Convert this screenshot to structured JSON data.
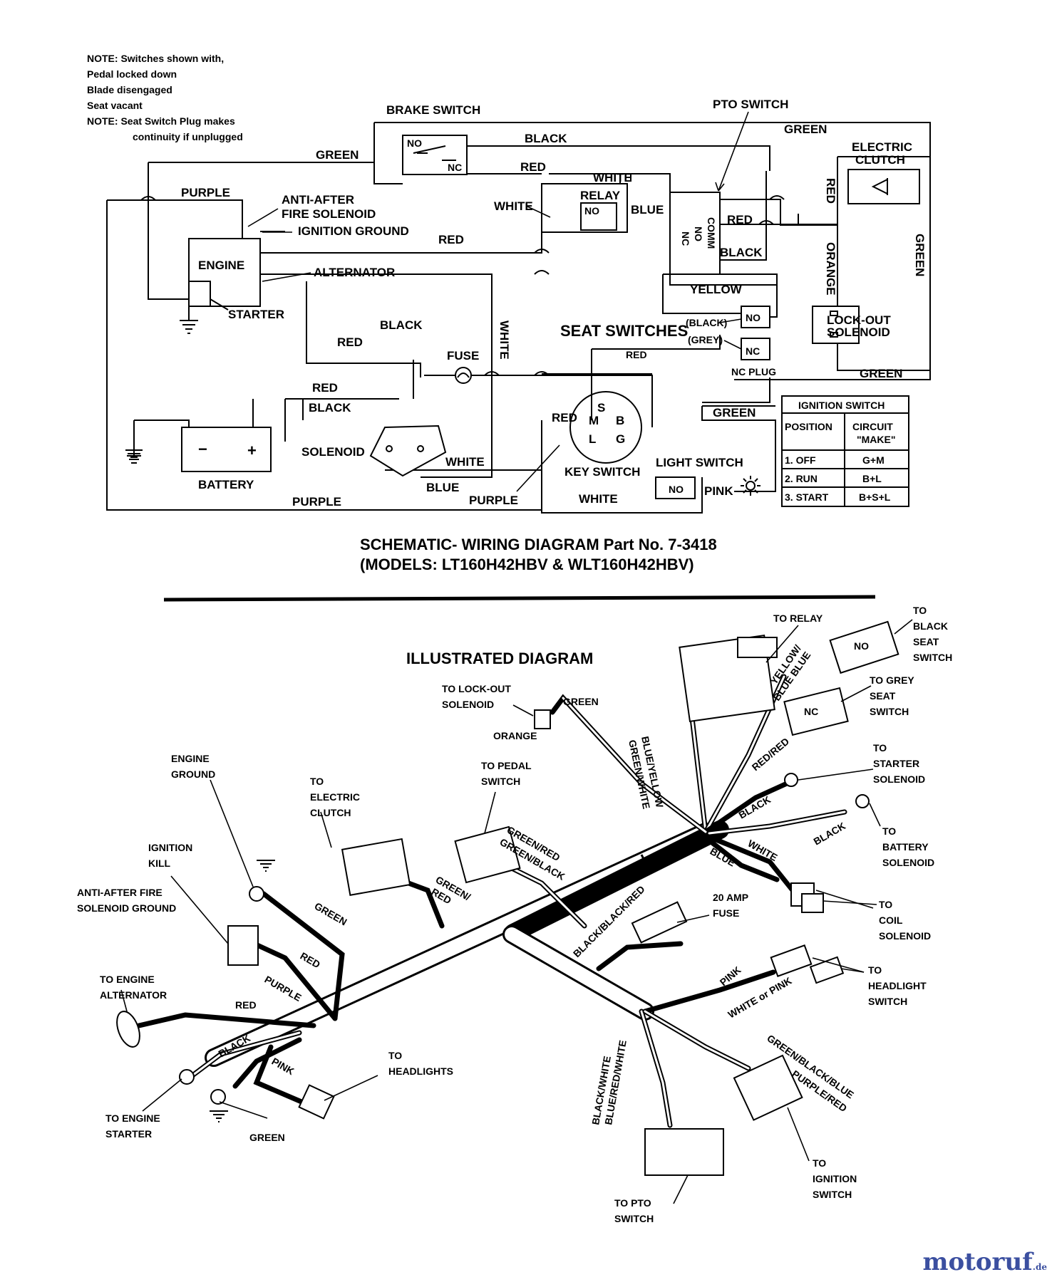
{
  "notes": [
    "NOTE: Switches shown with,",
    "Pedal locked down",
    "Blade disengaged",
    "Seat vacant",
    "NOTE: Seat Switch Plug makes",
    "continuity if unplugged"
  ],
  "schematic": {
    "brake_switch": "BRAKE SWITCH",
    "pto_switch": "PTO SWITCH",
    "relay": "RELAY",
    "electric_clutch": [
      "ELECTRIC",
      "CLUTCH"
    ],
    "anti_after": [
      "ANTI-AFTER",
      "FIRE SOLENOID"
    ],
    "ignition_ground": "IGNITION GROUND",
    "engine": "ENGINE",
    "alternator": "ALTERNATOR",
    "starter": "STARTER",
    "fuse": "FUSE",
    "seat_switches": "SEAT SWITCHES",
    "lockout": [
      "LOCK-OUT",
      "SOLENOID"
    ],
    "solenoid": "SOLENOID",
    "battery": "BATTERY",
    "key_switch": "KEY SWITCH",
    "light_switch": "LIGHT SWITCH",
    "nc_plug": "NC PLUG",
    "black_tag": "(BLACK)",
    "grey_tag": "(GREY)",
    "contacts": {
      "no": "NO",
      "nc": "NC",
      "comm": "COMM"
    },
    "key_terms": {
      "s": "S",
      "m": "M",
      "b": "B",
      "l": "L",
      "g": "G"
    },
    "battery_terms": {
      "neg": "−",
      "pos": "+"
    },
    "wires": {
      "green": "GREEN",
      "black": "BLACK",
      "red": "RED",
      "white": "WHITE",
      "purple": "PURPLE",
      "blue": "BLUE",
      "yellow": "YELLOW",
      "orange": "ORANGE",
      "pink": "PINK"
    }
  },
  "ignition_table": {
    "title": "IGNITION SWITCH",
    "headers": [
      "POSITION",
      "CIRCUIT \"MAKE\""
    ],
    "rows": [
      [
        "1. OFF",
        "G+M"
      ],
      [
        "2. RUN",
        "B+L"
      ],
      [
        "3. START",
        "B+S+L"
      ]
    ]
  },
  "caption": [
    "SCHEMATIC- WIRING DIAGRAM Part No. 7-3418",
    "(MODELS: LT160H42HBV & WLT160H42HBV)"
  ],
  "illustrated": {
    "title": "ILLUSTRATED DIAGRAM",
    "labels": {
      "to_relay": "TO RELAY",
      "to_black_seat": [
        "TO",
        "BLACK",
        "SEAT",
        "SWITCH"
      ],
      "to_grey_seat": [
        "TO GREY",
        "SEAT",
        "SWITCH"
      ],
      "to_lockout": [
        "TO LOCK-OUT",
        "SOLENOID"
      ],
      "green": "GREEN",
      "orange": "ORANGE",
      "to_pedal": [
        "TO PEDAL",
        "SWITCH"
      ],
      "to_clutch": [
        "TO",
        "ELECTRIC",
        "CLUTCH"
      ],
      "engine_ground": [
        "ENGINE",
        "GROUND"
      ],
      "ignition_kill": [
        "IGNITION",
        "KILL"
      ],
      "anti_ground": [
        "ANTI-AFTER FIRE",
        "SOLENOID GROUND"
      ],
      "to_alternator": [
        "TO ENGINE",
        "ALTERNATOR"
      ],
      "to_starter_eng": [
        "TO ENGINE",
        "STARTER"
      ],
      "to_headlights": [
        "TO",
        "HEADLIGHTS"
      ],
      "to_starter_sol": [
        "TO",
        "STARTER",
        "SOLENOID"
      ],
      "to_battery_sol": [
        "TO",
        "BATTERY",
        "SOLENOID"
      ],
      "to_coil_sol": [
        "TO",
        "COIL",
        "SOLENOID"
      ],
      "fuse_20": [
        "20 AMP",
        "FUSE"
      ],
      "to_headlight_sw": [
        "TO",
        "HEADLIGHT",
        "SWITCH"
      ],
      "to_ignition_sw": [
        "TO",
        "IGNITION",
        "SWITCH"
      ],
      "to_pto_sw": [
        "TO PTO",
        "SWITCH"
      ]
    },
    "wire_tags": {
      "yellow_blue": [
        "YELLOW/",
        "BLUE BLUE"
      ],
      "blue_yellow": [
        "BLUE/YELLOW",
        "GREEN/WHITE"
      ],
      "red_red": "RED/RED",
      "black1": "BLACK",
      "black2": "BLACK",
      "white": "WHITE",
      "blue": "BLUE",
      "green_red": [
        "GREEN/RED",
        "GREEN/BLACK"
      ],
      "green_red2": [
        "GREEN/",
        "RED"
      ],
      "green": "GREEN",
      "red": "RED",
      "purple": "PURPLE",
      "red2": "RED",
      "black3": "BLACK",
      "pink": "PINK",
      "black_black_red": "BLACK/BLACK/RED",
      "pink2": "PINK",
      "white_or_pink": "WHITE or PINK",
      "gbb": [
        "GREEN/BLACK/BLUE",
        "PURPLE/RED"
      ],
      "bw": [
        "BLACK/WHITE",
        "BLUE/RED/WHITE"
      ],
      "no": "NO",
      "nc": "NC"
    }
  },
  "logo": {
    "name": "motoruf",
    "tld": ".de"
  }
}
